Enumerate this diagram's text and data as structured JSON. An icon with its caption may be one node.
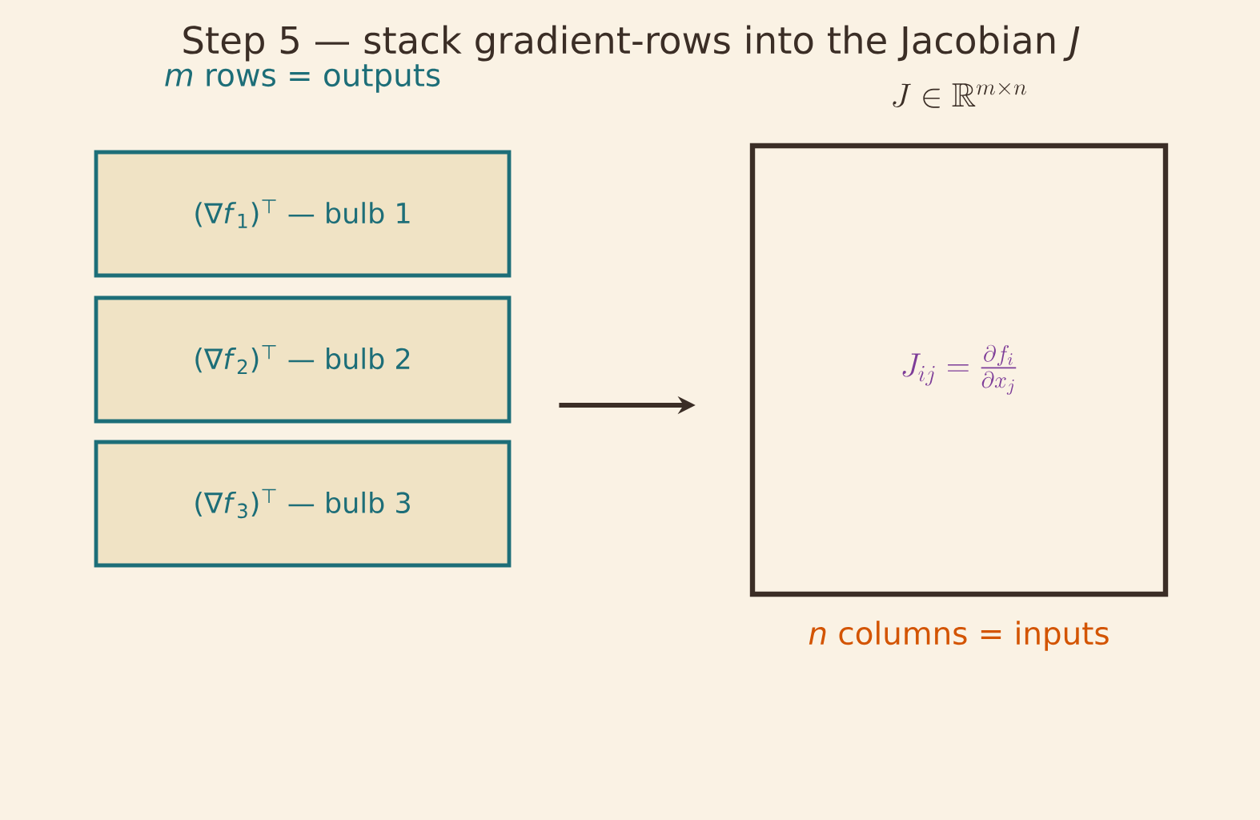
{
  "diagram": {
    "title": "Step 5 — stack gradient-rows into the Jacobian *J*",
    "nodes": [
      {
        "text": [
          "(∇*f*$_{1}$)$^{⊤}$ — bulb 1"
        ]
      },
      {
        "text": [
          "(∇*f*$_{2}$)$^{⊤}$ — bulb 2"
        ]
      },
      {
        "text": [
          "(∇*f*$_{3}$)$^{⊤}$ — bulb 3"
        ]
      },
      {
        "text": [
          "J \\in \\mathbb{R}^{m \\times n}",
          "J_{ij} = \\frac{\\partial f_i}{\\partial x_j}"
        ],
        "beside": [
          "*n* columns = inputs"
        ]
      }
    ],
    "edges": [
      {
        "from": 1,
        "to": 3,
        "arrow": "to"
      }
    ],
    "labels": [
      "*m* rows = outputs"
    ]
  }
}
